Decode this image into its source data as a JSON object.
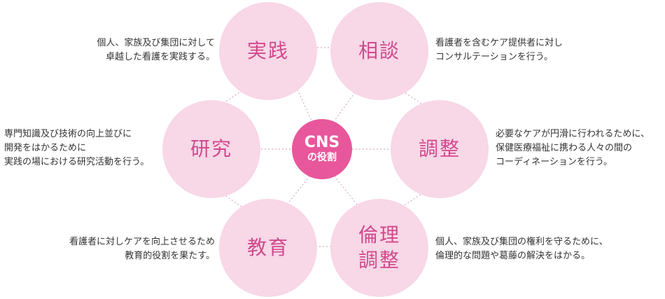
{
  "center": {
    "title": "CNS",
    "subtitle": "の役割"
  },
  "colors": {
    "circle_fill": "#f8d7e7",
    "label_text": "#d04a8c",
    "center_fill": "#e8579b",
    "connector": "#d8a9c2",
    "body_text": "#333333"
  },
  "roles": [
    {
      "id": "practice",
      "label": "実践",
      "description": "個人、家族及び集団に対して\n卓越した看護を実践する。"
    },
    {
      "id": "consultation",
      "label": "相談",
      "description": "看護者を含むケア提供者に対し\nコンサルテーションを行う。"
    },
    {
      "id": "research",
      "label": "研究",
      "description": "専門知識及び技術の向上並びに\n開発をはかるために\n実践の場における研究活動を行う。"
    },
    {
      "id": "coordination",
      "label": "調整",
      "description": "必要なケアが円滑に行われるために、\n保健医療福祉に携わる人々の間の\nコーディネーションを行う。"
    },
    {
      "id": "education",
      "label": "教育",
      "description": "看護者に対しケアを向上させるため\n教育的役割を果たす。"
    },
    {
      "id": "ethical-coordination",
      "label": "倫理\n調整",
      "description": "個人、家族及び集団の権利を守るために、\n倫理的な問題や葛藤の解決をはかる。"
    }
  ]
}
